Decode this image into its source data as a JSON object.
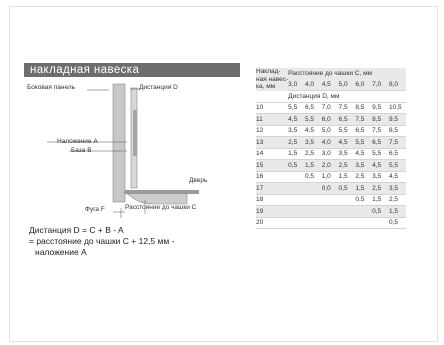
{
  "section_title": "накладная навеска",
  "diagram": {
    "label_side_panel": "Боковая панель",
    "label_distance_d": "Дистанция D",
    "label_overlay_a": "Наложение A",
    "label_base_b": "База B",
    "label_door": "Дверь",
    "label_gap_f": "Фуга F",
    "label_cup_distance_c": "Расстояние до чашки C"
  },
  "formula": {
    "line1": "Дистанция D = C + B - A",
    "line2": "= расстояние до чашки C + 12,5 мм -",
    "line3": "наложение A"
  },
  "table": {
    "header_left": "Наклад-ная навес-ка, мм",
    "header_left_lines": [
      "Наклад-",
      "ная навес-",
      "ка, мм"
    ],
    "header_c": "Расстояние до чашки C, мм",
    "c_values": [
      "3,0",
      "4,0",
      "4,5",
      "5,0",
      "6,0",
      "7,0",
      "8,0"
    ],
    "header_d": "Дистанция D, мм",
    "rows": [
      {
        "overlay": "10",
        "values": [
          "5,5",
          "6,5",
          "7,0",
          "7,5",
          "8,5",
          "9,5",
          "10,5"
        ]
      },
      {
        "overlay": "11",
        "values": [
          "4,5",
          "5,5",
          "6,0",
          "6,5",
          "7,5",
          "8,5",
          "9,5"
        ]
      },
      {
        "overlay": "12",
        "values": [
          "3,5",
          "4,5",
          "5,0",
          "5,5",
          "6,5",
          "7,5",
          "8,5"
        ]
      },
      {
        "overlay": "13",
        "values": [
          "2,5",
          "3,5",
          "4,0",
          "4,5",
          "5,5",
          "6,5",
          "7,5"
        ]
      },
      {
        "overlay": "14",
        "values": [
          "1,5",
          "2,5",
          "3,0",
          "3,5",
          "4,5",
          "5,5",
          "6,5"
        ]
      },
      {
        "overlay": "15",
        "values": [
          "0,5",
          "1,5",
          "2,0",
          "2,5",
          "3,5",
          "4,5",
          "5,5"
        ]
      },
      {
        "overlay": "16",
        "values": [
          "",
          "0,5",
          "1,0",
          "1,5",
          "2,5",
          "3,5",
          "4,5"
        ]
      },
      {
        "overlay": "17",
        "values": [
          "",
          "",
          "0,0",
          "0,5",
          "1,5",
          "2,5",
          "3,5"
        ]
      },
      {
        "overlay": "18",
        "values": [
          "",
          "",
          "",
          "",
          "0,5",
          "1,5",
          "2,5"
        ]
      },
      {
        "overlay": "19",
        "values": [
          "",
          "",
          "",
          "",
          "",
          "0,5",
          "1,5"
        ]
      },
      {
        "overlay": "20",
        "values": [
          "",
          "",
          "",
          "",
          "",
          "",
          "0,5"
        ]
      }
    ]
  }
}
